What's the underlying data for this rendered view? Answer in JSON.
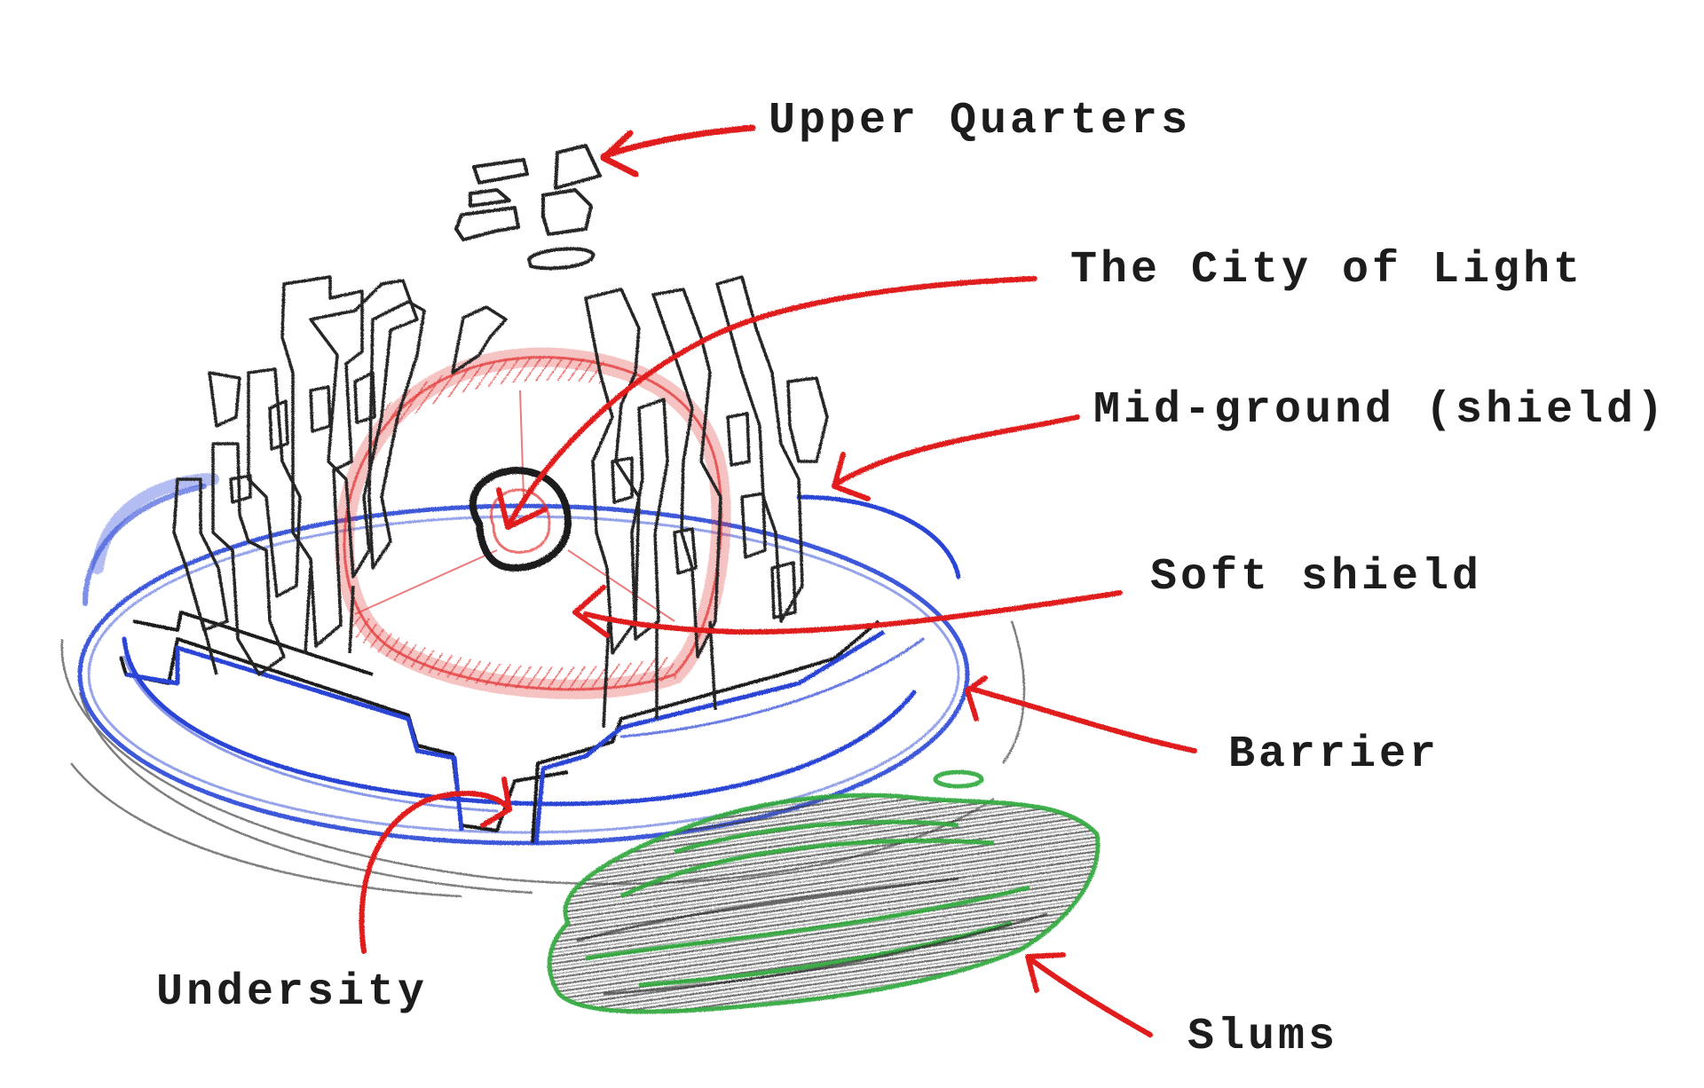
{
  "labels": {
    "upper_quarters": "Upper Quarters",
    "city_of_light": "The City of Light",
    "mid_ground": "Mid-ground (shield)",
    "soft_shield": "Soft shield",
    "barrier": "Barrier",
    "undersity": "Undersity",
    "slums": "Slums"
  },
  "colors": {
    "pencil": "#262626",
    "arrow": "#e11b1b",
    "barrier": "#2a45d6",
    "slums": "#2fa83a",
    "soft_shield": "#e23434"
  }
}
